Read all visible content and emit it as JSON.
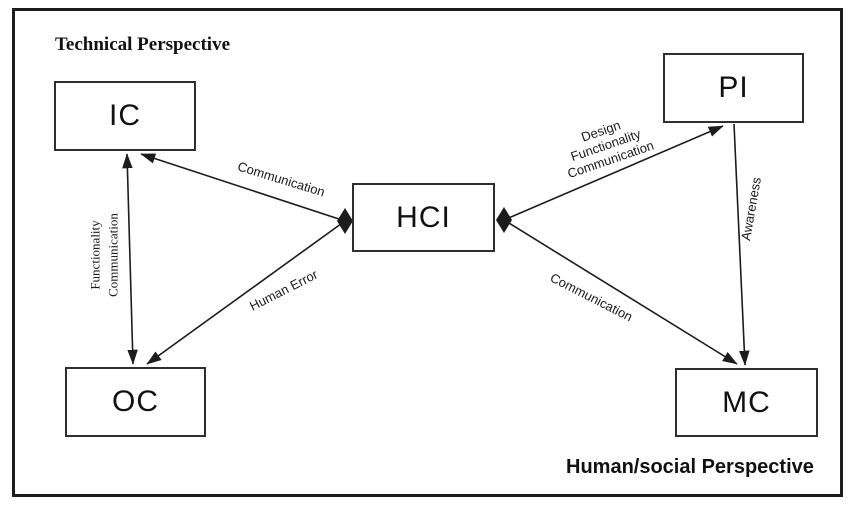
{
  "diagram": {
    "titles": {
      "technical": "Technical Perspective",
      "human": "Human/social Perspective"
    },
    "nodes": {
      "ic": {
        "label": "IC"
      },
      "oc": {
        "label": "OC"
      },
      "hci": {
        "label": "HCI"
      },
      "pi": {
        "label": "PI"
      },
      "mc": {
        "label": "MC"
      }
    },
    "edges": {
      "ic_hci": {
        "from": "IC",
        "to": "HCI",
        "label": "Communication"
      },
      "ic_oc": {
        "from": "IC",
        "to": "OC",
        "label": "Functionality\nCommunication"
      },
      "oc_hci": {
        "from": "OC",
        "to": "HCI",
        "label": "Human Error"
      },
      "hci_pi": {
        "from": "HCI",
        "to": "PI",
        "label": "Design\nFunctionality\nCommunication"
      },
      "hci_mc": {
        "from": "HCI",
        "to": "MC",
        "label": "Communication"
      },
      "pi_mc": {
        "from": "PI",
        "to": "MC",
        "label": "Awareness"
      }
    },
    "colors": {
      "line": "#1c1c1c",
      "box_border": "#2e2e2e",
      "text": "#111111"
    }
  }
}
